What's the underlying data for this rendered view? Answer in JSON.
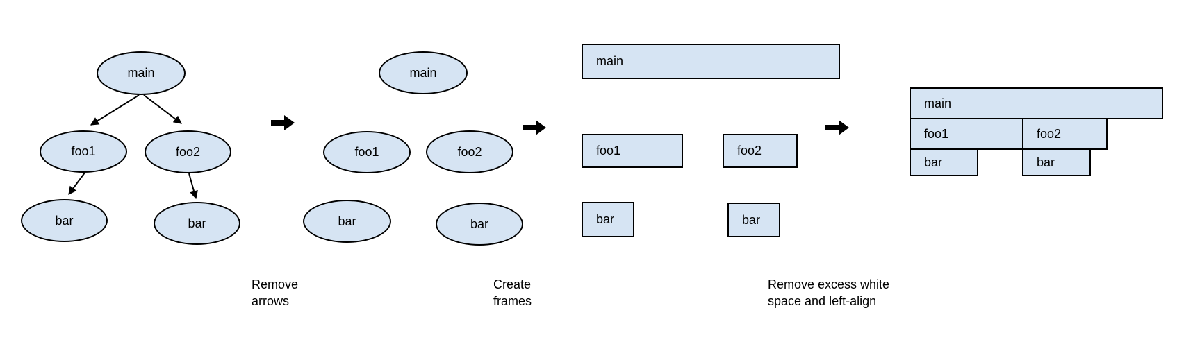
{
  "style": {
    "background": "#ffffff",
    "node_fill": "#d6e4f3",
    "node_border": "#000000",
    "arrow_color": "#000000",
    "text_color": "#000000"
  },
  "labels": {
    "main": "main",
    "foo1": "foo1",
    "foo2": "foo2",
    "bar": "bar"
  },
  "panels": [
    {
      "id": "call-tree",
      "shape": "ellipse",
      "description": "call tree drawn as ellipses connected by arrows",
      "nodes": [
        "main",
        "foo1",
        "foo2",
        "bar",
        "bar"
      ],
      "edges": [
        [
          "main",
          "foo1"
        ],
        [
          "main",
          "foo2"
        ],
        [
          "foo1",
          "bar"
        ],
        [
          "foo2",
          "bar"
        ]
      ]
    },
    {
      "id": "no-arrows",
      "shape": "ellipse",
      "description": "same ellipses with the arrows removed",
      "nodes": [
        "main",
        "foo1",
        "foo2",
        "bar",
        "bar"
      ]
    },
    {
      "id": "frames",
      "shape": "rect",
      "description": "nodes redrawn as rectangular frames",
      "nodes": [
        "main",
        "foo1",
        "foo2",
        "bar",
        "bar"
      ]
    },
    {
      "id": "flame-graph",
      "shape": "rect",
      "description": "frames packed together and left-aligned into a flame graph",
      "nodes": [
        "main",
        "foo1",
        "foo2",
        "bar",
        "bar"
      ]
    }
  ],
  "steps": [
    {
      "lines": [
        "Remove",
        "arrows"
      ]
    },
    {
      "lines": [
        "Create",
        "frames"
      ]
    },
    {
      "lines": [
        "Remove excess white",
        "space and left-align"
      ]
    }
  ]
}
